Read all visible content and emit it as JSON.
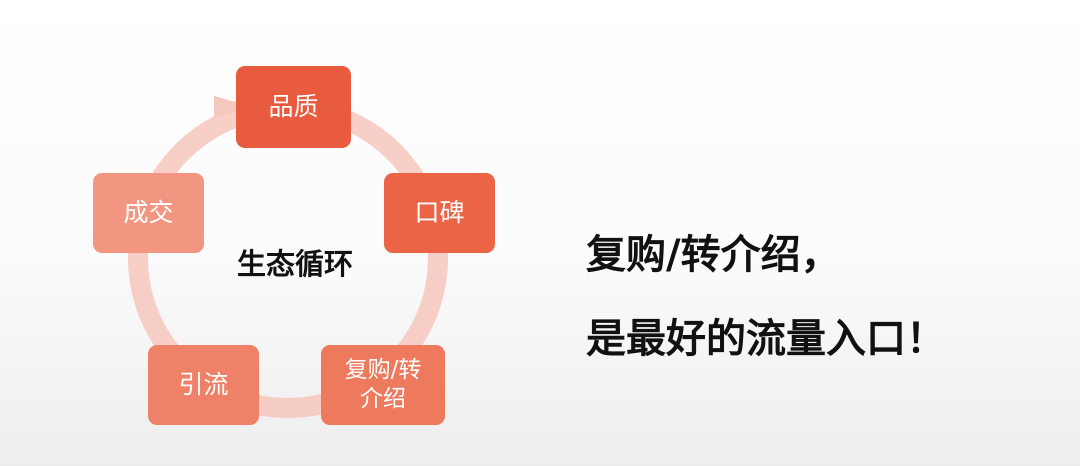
{
  "diagram": {
    "center_label": "生态循环",
    "nodes": [
      {
        "label": "品质",
        "color": "#e85b3e"
      },
      {
        "label": "口碑",
        "color": "#eb6445"
      },
      {
        "label": "复购/转\n介绍",
        "color": "#ee7a5e"
      },
      {
        "label": "引流",
        "color": "#ef8168"
      },
      {
        "label": "成交",
        "color": "#f29681"
      }
    ],
    "ring_color": "#f6c4ba",
    "arrow_direction": "clockwise"
  },
  "headline": {
    "line1": "复购/转介绍，",
    "line2": "是最好的流量入口！"
  }
}
